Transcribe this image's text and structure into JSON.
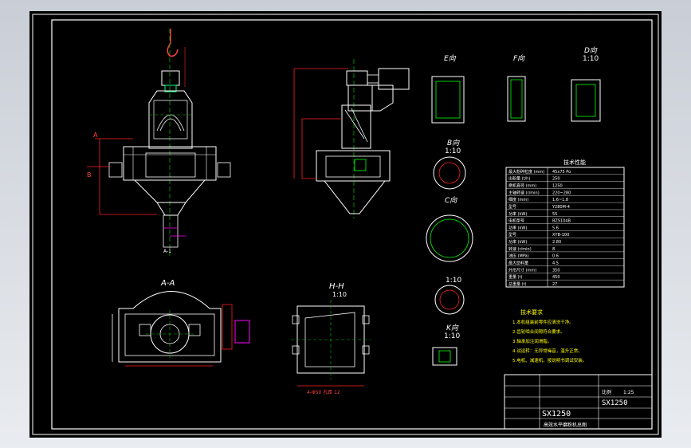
{
  "views": {
    "section_aa": "A-A",
    "view_hh": "H-H",
    "view_hh_scale": "1:10",
    "view_e": "E向",
    "view_f": "F向",
    "view_d": "D向",
    "view_d_scale": "1:10",
    "view_b": "B向",
    "view_b_scale": "1:10",
    "view_c": "C向",
    "view_i_scale": "1:10",
    "view_k": "K向",
    "view_k_scale": "1:10"
  },
  "left_labels": {
    "a": "A",
    "b": "B",
    "section_mark": "A-1"
  },
  "hole_note": "4-Φ50 孔距 12",
  "spec_table": {
    "title": "技术性能",
    "rows": [
      [
        "最大粉碎粒度 (mm)",
        "45x75 Po"
      ],
      [
        "出粉量 (t/h)",
        "250"
      ],
      [
        "磨机直径 (mm)",
        "1250"
      ],
      [
        "主轴转速 (r/min)",
        "220~280"
      ],
      [
        "细度 (mm)",
        "1.6~1.8"
      ],
      [
        "型号",
        "Y280M-4"
      ],
      [
        "功率 (kW)",
        "55"
      ],
      [
        "电机型号",
        "BZS104B"
      ],
      [
        "功率 (kW)",
        "5.6"
      ],
      [
        "型号",
        "XYB-100"
      ],
      [
        "功率 (kW)",
        "2.80"
      ],
      [
        "转速 (r/min)",
        "8"
      ],
      [
        "油压 (MPa)",
        "0.6"
      ],
      [
        "最大给料量",
        "4.5"
      ],
      [
        "外形尺寸 (mm)",
        "350"
      ],
      [
        "重量 (t)",
        "450"
      ],
      [
        "总重量 (t)",
        "27"
      ]
    ]
  },
  "notes": {
    "title": "技术要求",
    "items": [
      "1.本机组装前零件应清洗干净。",
      "2.齿轮啮合间隙符合要求。",
      "3.轴承加注润滑脂。",
      "4.试运转：无异常噪音，温升正常。",
      "5.电机、减速机，按说明书调试安装。"
    ]
  },
  "title_block": {
    "drawing_no": "SX1250",
    "drawing_no_2": "SX1250",
    "name": "高效水平磨粉机总图",
    "scale_label": "比例",
    "scale": "1:25"
  },
  "colors": {
    "background": "#000000",
    "border": "#ffffff",
    "outline": "#ffffff",
    "center": "#00c000",
    "dim": "#ff2020",
    "label": "#00ffff",
    "hatch": "#ff00ff",
    "note": "#ffff00"
  }
}
